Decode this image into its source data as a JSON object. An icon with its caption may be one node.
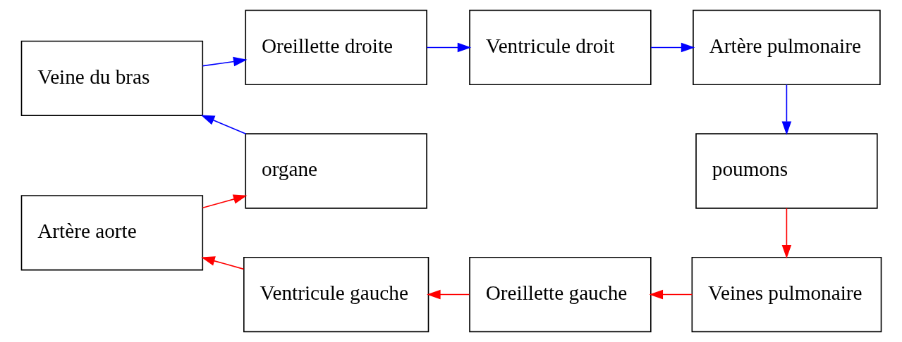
{
  "diagram": {
    "nodes": [
      {
        "text": [
          "Veine du bras"
        ]
      },
      {
        "text": [
          "Oreillette droite"
        ]
      },
      {
        "text": [
          "Ventricule droit"
        ]
      },
      {
        "text": [
          "Artère pulmonaire"
        ]
      },
      {
        "text": [
          "organe"
        ]
      },
      {
        "text": [
          "poumons"
        ]
      },
      {
        "text": [
          "Artère aorte"
        ]
      },
      {
        "text": [
          "Ventricule gauche"
        ]
      },
      {
        "text": [
          "Oreillette gauche"
        ]
      },
      {
        "text": [
          "Veines pulmonaire"
        ]
      }
    ],
    "edges": [
      {
        "from": 4,
        "to": 0,
        "arrow": "to",
        "color": "#0000ff"
      },
      {
        "from": 0,
        "to": 1,
        "arrow": "to",
        "color": "#0000ff"
      },
      {
        "from": 1,
        "to": 2,
        "arrow": "to",
        "color": "#0000ff"
      },
      {
        "from": 2,
        "to": 3,
        "arrow": "to",
        "color": "#0000ff"
      },
      {
        "from": 3,
        "to": 5,
        "arrow": "to",
        "color": "#0000ff"
      },
      {
        "from": 5,
        "to": 9,
        "arrow": "to",
        "color": "#ff0000"
      },
      {
        "from": 9,
        "to": 8,
        "arrow": "to",
        "color": "#ff0000"
      },
      {
        "from": 8,
        "to": 7,
        "arrow": "to",
        "color": "#ff0000"
      },
      {
        "from": 7,
        "to": 6,
        "arrow": "to",
        "color": "#ff0000"
      },
      {
        "from": 6,
        "to": 4,
        "arrow": "to",
        "color": "#ff0000"
      }
    ]
  }
}
